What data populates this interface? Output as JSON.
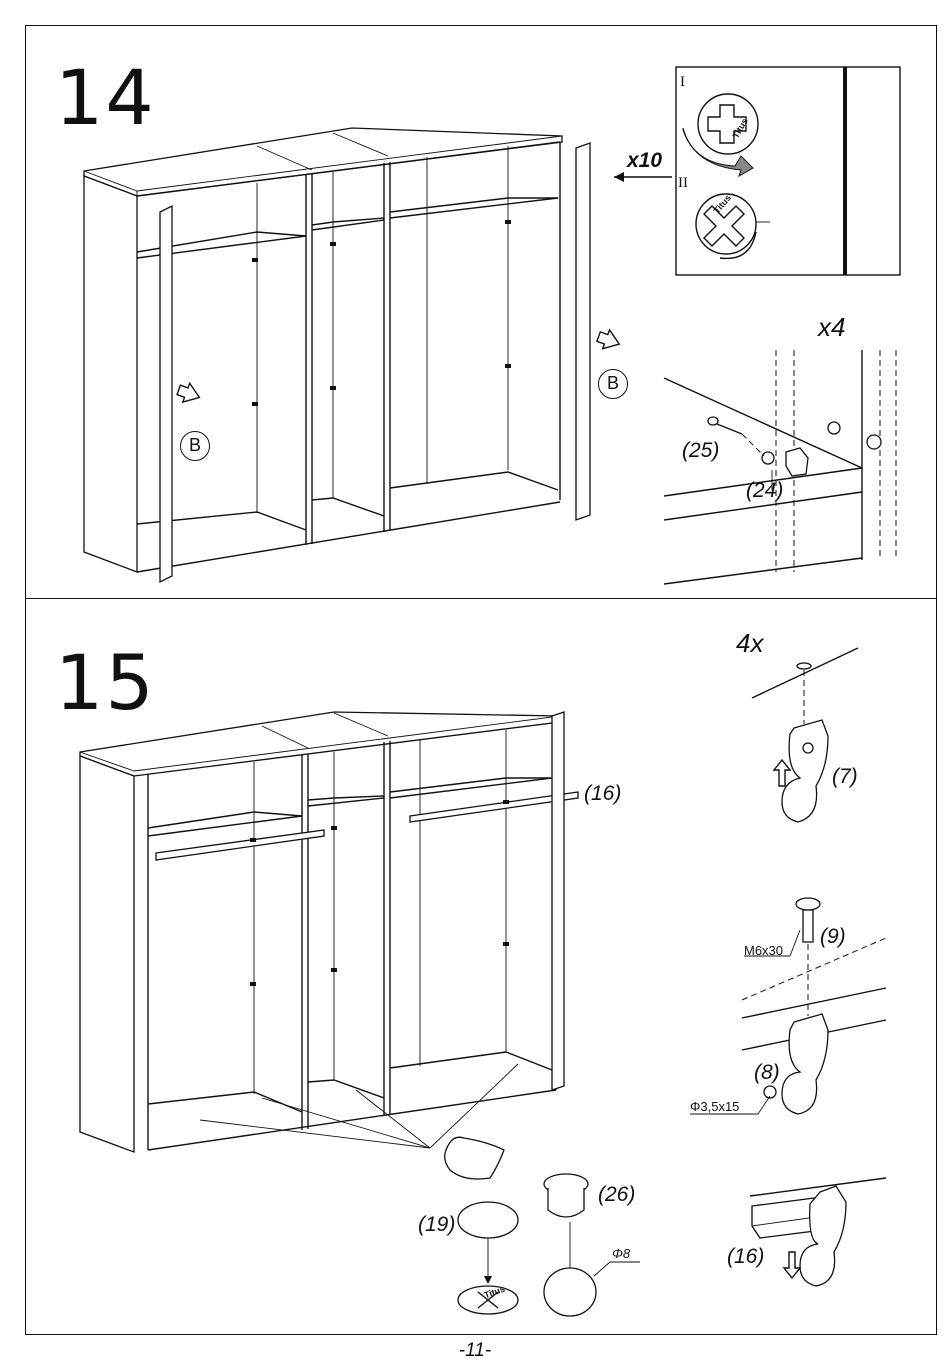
{
  "page": {
    "number": "-11-"
  },
  "step14": {
    "number": "14",
    "detail_roman_1": "I",
    "detail_roman_2": "II",
    "detail_brand": "Titus",
    "qty_cams": "x10",
    "qty_hinges": "x4",
    "part_b": "B",
    "part_25": "(25)",
    "part_24": "(24)"
  },
  "step15": {
    "number": "15",
    "qty_supports": "4x",
    "part_7": "(7)",
    "part_9": "(9)",
    "part_8": "(8)",
    "part_16_rail": "(16)",
    "part_16_detail": "(16)",
    "part_19": "(19)",
    "part_26": "(26)",
    "screw_m6": "M6x30",
    "screw_35": "Φ3,5x15",
    "diameter_8": "Φ8",
    "brand": "Titus"
  }
}
